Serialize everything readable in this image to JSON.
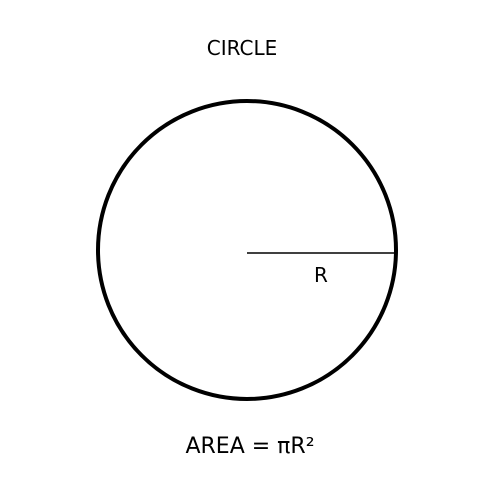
{
  "diagram": {
    "title": "CIRCLE",
    "radius_label": "R",
    "formula": "AREA = πR²",
    "colors": {
      "stroke": "#000000",
      "background": "#ffffff"
    }
  }
}
